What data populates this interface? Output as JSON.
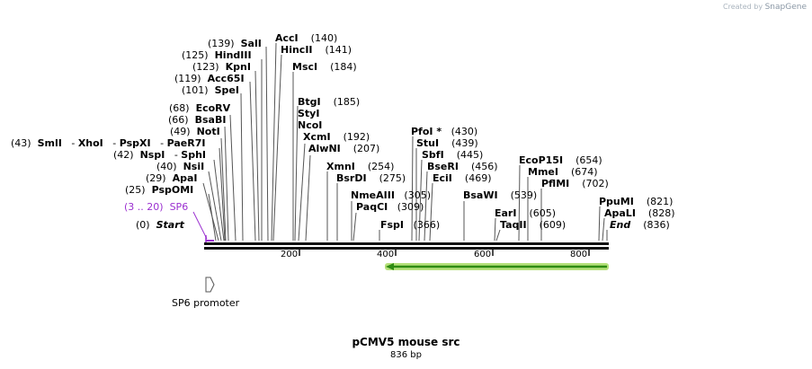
{
  "branding": {
    "created_by": "Created by",
    "product": "SnapGene"
  },
  "map": {
    "title": "pCMV5 mouse src",
    "length": "836 bp",
    "ticks": [
      "200",
      "400",
      "600",
      "800"
    ],
    "feature": {
      "name": "SP6",
      "range": "(3 .. 20)"
    },
    "promoter": "SP6 promoter",
    "colors": {
      "feature": "#9b30d0",
      "arrow": "#2e8b12",
      "arrow_glow": "#b5e07a"
    }
  },
  "sites": [
    {
      "name": "Start",
      "pos": "(0)"
    },
    {
      "name": "PspOMI",
      "pos": "(25)"
    },
    {
      "name": "ApaI",
      "pos": "(29)"
    },
    {
      "name": "NsiI",
      "pos": "(40)"
    },
    {
      "name": "NspI",
      "pos": "(42)"
    },
    {
      "name": "SphI",
      "pos": ""
    },
    {
      "name": "SmlI",
      "pos": "(43)"
    },
    {
      "name": "XhoI",
      "pos": ""
    },
    {
      "name": "PspXI",
      "pos": ""
    },
    {
      "name": "PaeR7I",
      "pos": ""
    },
    {
      "name": "NotI",
      "pos": "(49)"
    },
    {
      "name": "BsaBI",
      "pos": "(66)"
    },
    {
      "name": "EcoRV",
      "pos": "(68)"
    },
    {
      "name": "SpeI",
      "pos": "(101)"
    },
    {
      "name": "Acc65I",
      "pos": "(119)"
    },
    {
      "name": "KpnI",
      "pos": "(123)"
    },
    {
      "name": "HindIII",
      "pos": "(125)"
    },
    {
      "name": "SalI",
      "pos": "(139)"
    },
    {
      "name": "AccI",
      "pos": "(140)"
    },
    {
      "name": "HincII",
      "pos": "(141)"
    },
    {
      "name": "MscI",
      "pos": "(184)"
    },
    {
      "name": "BtgI",
      "pos": "(185)"
    },
    {
      "name": "StyI",
      "pos": ""
    },
    {
      "name": "NcoI",
      "pos": ""
    },
    {
      "name": "XcmI",
      "pos": "(192)"
    },
    {
      "name": "AlwNI",
      "pos": "(207)"
    },
    {
      "name": "XmnI",
      "pos": "(254)"
    },
    {
      "name": "BsrDI",
      "pos": "(275)"
    },
    {
      "name": "NmeAIII",
      "pos": "(305)"
    },
    {
      "name": "PaqCI",
      "pos": "(309)"
    },
    {
      "name": "FspI",
      "pos": "(366)"
    },
    {
      "name": "PfoI *",
      "pos": "(430)"
    },
    {
      "name": "StuI",
      "pos": "(439)"
    },
    {
      "name": "SbfI",
      "pos": "(445)"
    },
    {
      "name": "BseRI",
      "pos": "(456)"
    },
    {
      "name": "EciI",
      "pos": "(469)"
    },
    {
      "name": "BsaWI",
      "pos": "(539)"
    },
    {
      "name": "EarI",
      "pos": "(605)"
    },
    {
      "name": "TaqII",
      "pos": "(609)"
    },
    {
      "name": "EcoP15I",
      "pos": "(654)"
    },
    {
      "name": "MmeI",
      "pos": "(674)"
    },
    {
      "name": "PflMI",
      "pos": "(702)"
    },
    {
      "name": "PpuMI",
      "pos": "(821)"
    },
    {
      "name": "ApaLI",
      "pos": "(828)"
    },
    {
      "name": "End",
      "pos": "(836)"
    }
  ]
}
